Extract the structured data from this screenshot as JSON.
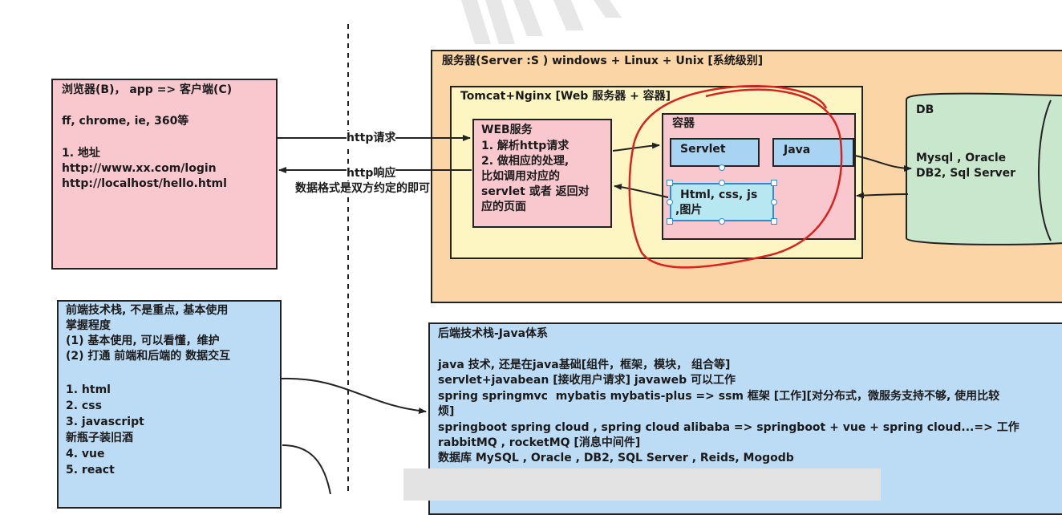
{
  "browser": {
    "title": "浏览器(B)， app => 客户端(C)",
    "examples": "ff, chrome, ie, 360等",
    "address_heading": "1. 地址",
    "urls": [
      "http://www.xx.com/login",
      "http://localhost/hello.html"
    ]
  },
  "arrows": {
    "request": "http请求",
    "response": "http响应",
    "response_note": "数据格式是双方约定的即可"
  },
  "server": {
    "title": "服务器(Server :S ) windows + Linux + Unix [系统级别]",
    "tomcat_title": "Tomcat+Nginx [Web 服务器 + 容器]",
    "web_service": {
      "title": "WEB服务",
      "lines": [
        "1. 解析http请求",
        "2. 做相应的处理,",
        "比如调用对应的",
        "servlet 或者 返回对",
        "应的页面"
      ]
    },
    "container": {
      "title": "容器",
      "servlet": "Servlet",
      "java": "Java",
      "static_lines": [
        "Html, css, js",
        ",图片"
      ]
    }
  },
  "db": {
    "label": "DB",
    "lines": [
      "Mysql , Oracle",
      "DB2, Sql Server"
    ]
  },
  "frontend": {
    "lines": [
      "前端技术栈, 不是重点, 基本使用",
      "掌握程度",
      "(1) 基本使用, 可以看懂，维护",
      "(2) 打通 前端和后端的 数据交互",
      "",
      "1. html",
      "2. css",
      "3. javascript",
      "新瓶子装旧酒",
      "4. vue",
      "5. react"
    ]
  },
  "backend": {
    "lines": [
      "后端技术栈-Java体系",
      "",
      "java 技术, 还是在java基础[组件，框架，模块， 组合等]",
      "servlet+javabean [接收用户请求] javaweb 可以工作",
      "spring springmvc  mybatis mybatis-plus => ssm 框架 [工作][对分布式，微服务支持不够, 使用比较",
      "烦]",
      "springboot spring cloud , spring cloud alibaba => springboot + vue + spring cloud...=> 工作",
      "rabbitMQ , rocketMQ [消息中间件]",
      "数据库 MySQL , Oracle , DB2, SQL Server , Reids, Mogodb"
    ]
  },
  "colors": {
    "pink": "#f9c8cf",
    "orange": "#fbd5a5",
    "yellow": "#fdf6c3",
    "blue": "#bcdcf6",
    "green": "#c9e7cd",
    "red_annotation": "#d9221e"
  }
}
